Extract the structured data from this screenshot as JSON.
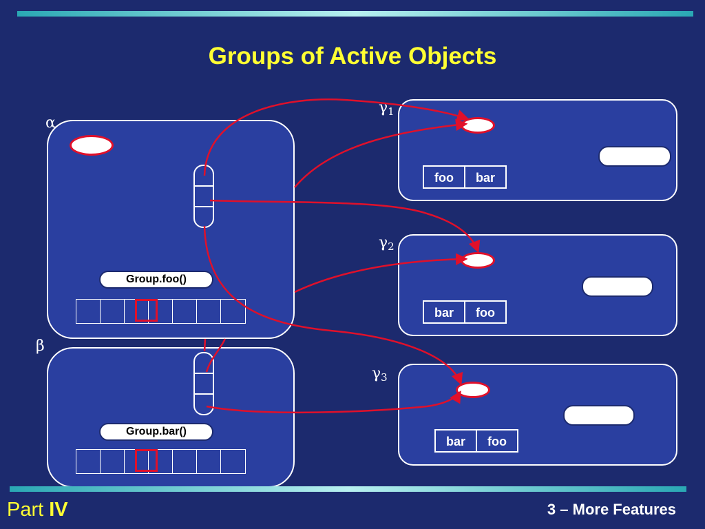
{
  "title": "Groups of Active Objects",
  "footer": {
    "part_label": "Part",
    "part_number": "IV",
    "section": "3 – More Features"
  },
  "nodes": {
    "alpha": {
      "label": "α",
      "call": "Group.foo()"
    },
    "beta": {
      "label": "β",
      "call": "Group.bar()"
    },
    "gamma1": {
      "label": "γ",
      "sub": "1",
      "table": [
        "foo",
        "bar"
      ]
    },
    "gamma2": {
      "label": "γ",
      "sub": "2",
      "table": [
        "bar",
        "foo"
      ]
    },
    "gamma3": {
      "label": "γ",
      "sub": "3",
      "table": [
        "bar",
        "foo"
      ]
    }
  },
  "colors": {
    "background": "#1c2a6e",
    "box": "#2a3fa0",
    "title": "#ffff33",
    "arrow": "#e0102a"
  }
}
